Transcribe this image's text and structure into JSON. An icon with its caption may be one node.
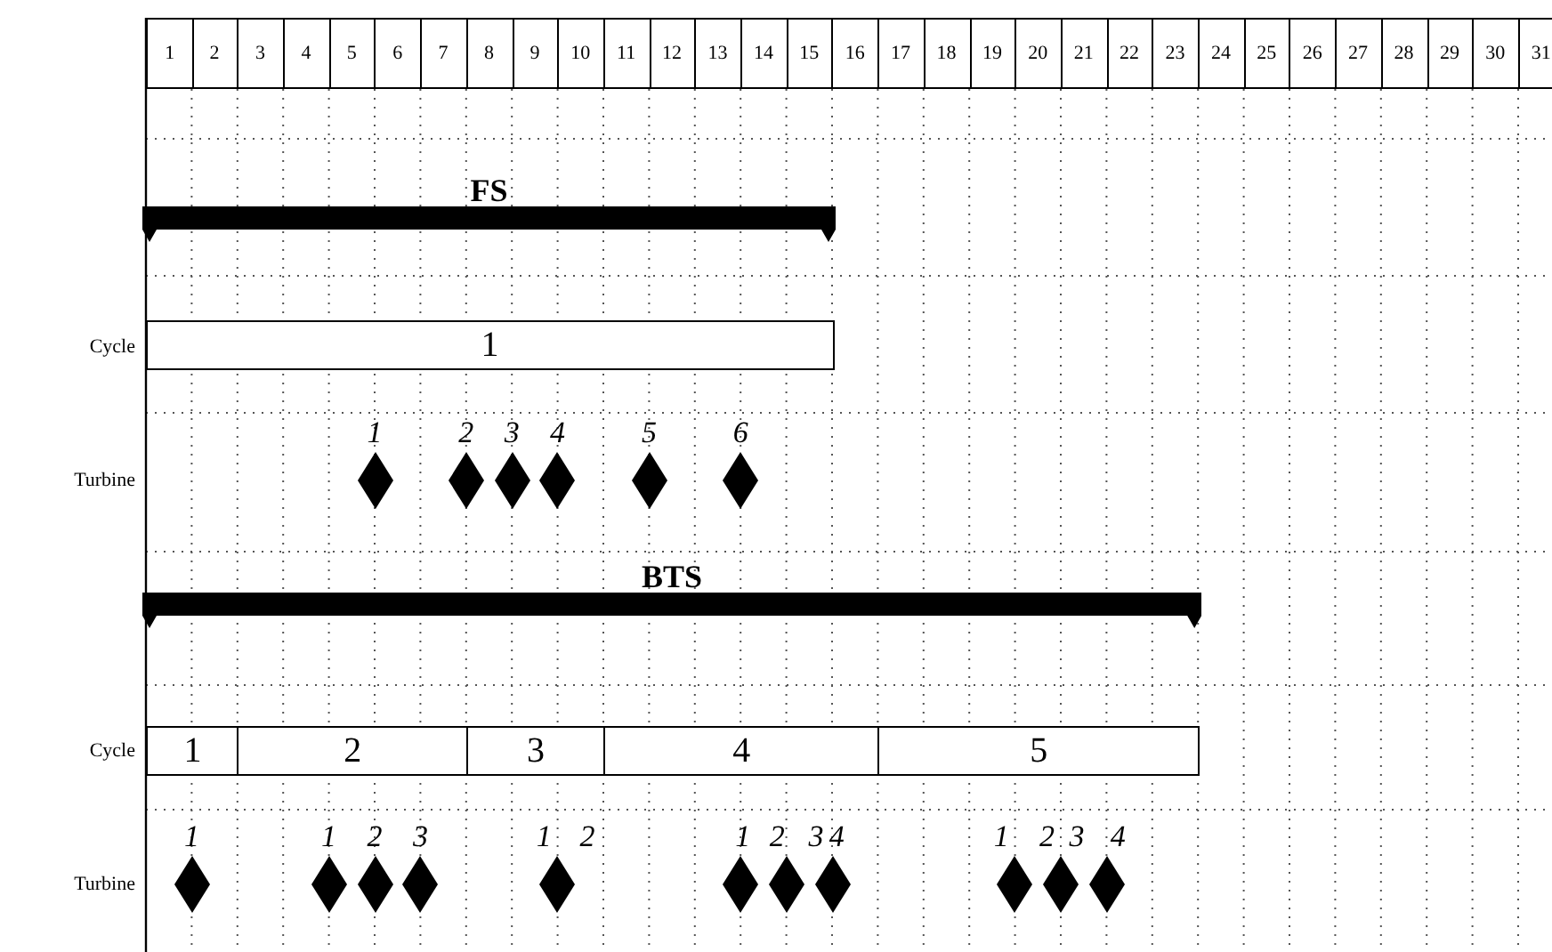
{
  "diagram": {
    "nodes": [
      {
        "text": [
          "FS"
        ]
      },
      {
        "text": [
          "1"
        ]
      },
      {
        "text": [],
        "shape": "diamond"
      },
      {
        "text": [],
        "shape": "diamond"
      },
      {
        "text": [],
        "shape": "diamond"
      },
      {
        "text": [],
        "shape": "diamond"
      },
      {
        "text": [],
        "shape": "diamond"
      },
      {
        "text": [],
        "shape": "diamond"
      },
      {
        "text": [
          "BTS"
        ]
      },
      {
        "text": [
          "1"
        ]
      },
      {
        "text": [
          "2"
        ]
      },
      {
        "text": [
          "3"
        ]
      },
      {
        "text": [
          "4"
        ]
      },
      {
        "text": [
          "5"
        ]
      },
      {
        "text": [],
        "shape": "diamond"
      },
      {
        "text": [],
        "shape": "diamond"
      },
      {
        "text": [],
        "shape": "diamond"
      },
      {
        "text": [],
        "shape": "diamond"
      },
      {
        "text": [],
        "shape": "diamond"
      },
      {
        "text": [],
        "shape": "diamond"
      },
      {
        "text": [],
        "shape": "diamond"
      },
      {
        "text": [],
        "shape": "diamond"
      },
      {
        "text": [],
        "shape": "diamond"
      },
      {
        "text": [],
        "shape": "diamond"
      },
      {
        "text": [],
        "shape": "diamond"
      }
    ],
    "edges": [],
    "labels": [
      "1",
      "2",
      "3",
      "4",
      "5",
      "6",
      "7",
      "8",
      "9",
      "10",
      "11",
      "12",
      "13",
      "14",
      "15",
      "16",
      "17",
      "18",
      "19",
      "20",
      "21",
      "22",
      "23",
      "24",
      "25",
      "26",
      "27",
      "28",
      "29",
      "30",
      "31",
      "Cycle",
      "1",
      "2",
      "3",
      "4",
      "5",
      "6",
      "Turbine",
      "Cycle",
      "1",
      "1",
      "2",
      "3",
      "1",
      "2",
      "1",
      "2",
      "3",
      "4",
      "1",
      "2",
      "3",
      "4",
      "Turbine"
    ]
  }
}
